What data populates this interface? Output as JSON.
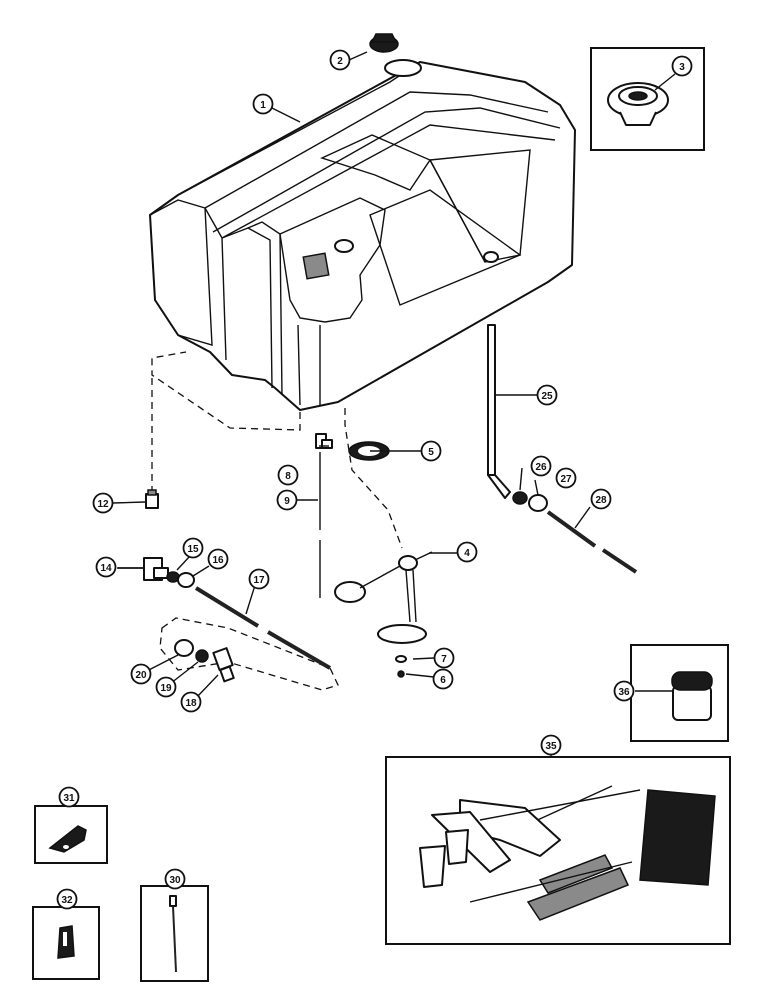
{
  "callouts": [
    {
      "key": "c1",
      "label": "1"
    },
    {
      "key": "c2",
      "label": "2"
    },
    {
      "key": "c3",
      "label": "3"
    },
    {
      "key": "c4",
      "label": "4"
    },
    {
      "key": "c5",
      "label": "5"
    },
    {
      "key": "c6",
      "label": "6"
    },
    {
      "key": "c7",
      "label": "7"
    },
    {
      "key": "c8",
      "label": "8"
    },
    {
      "key": "c9",
      "label": "9"
    },
    {
      "key": "c12",
      "label": "12"
    },
    {
      "key": "c14",
      "label": "14"
    },
    {
      "key": "c15",
      "label": "15"
    },
    {
      "key": "c16",
      "label": "16"
    },
    {
      "key": "c17",
      "label": "17"
    },
    {
      "key": "c18",
      "label": "18"
    },
    {
      "key": "c19",
      "label": "19"
    },
    {
      "key": "c20",
      "label": "20"
    },
    {
      "key": "c25",
      "label": "25"
    },
    {
      "key": "c26",
      "label": "26"
    },
    {
      "key": "c27",
      "label": "27"
    },
    {
      "key": "c28",
      "label": "28"
    },
    {
      "key": "c30",
      "label": "30"
    },
    {
      "key": "c31",
      "label": "31"
    },
    {
      "key": "c32",
      "label": "32"
    },
    {
      "key": "c35",
      "label": "35"
    },
    {
      "key": "c36",
      "label": "36"
    }
  ]
}
